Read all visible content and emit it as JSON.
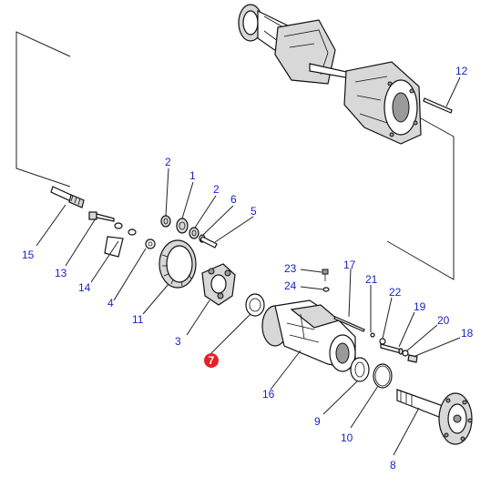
{
  "callouts": [
    {
      "id": "c1",
      "text": "1"
    },
    {
      "id": "c2a",
      "text": "2"
    },
    {
      "id": "c2b",
      "text": "2"
    },
    {
      "id": "c3",
      "text": "3"
    },
    {
      "id": "c4",
      "text": "4"
    },
    {
      "id": "c5",
      "text": "5"
    },
    {
      "id": "c6",
      "text": "6"
    },
    {
      "id": "c7",
      "text": "7"
    },
    {
      "id": "c8",
      "text": "8"
    },
    {
      "id": "c9",
      "text": "9"
    },
    {
      "id": "c10",
      "text": "10"
    },
    {
      "id": "c11",
      "text": "11"
    },
    {
      "id": "c12",
      "text": "12"
    },
    {
      "id": "c13",
      "text": "13"
    },
    {
      "id": "c14",
      "text": "14"
    },
    {
      "id": "c15",
      "text": "15"
    },
    {
      "id": "c16",
      "text": "16"
    },
    {
      "id": "c17",
      "text": "17"
    },
    {
      "id": "c18",
      "text": "18"
    },
    {
      "id": "c19",
      "text": "19"
    },
    {
      "id": "c20",
      "text": "20"
    },
    {
      "id": "c21",
      "text": "21"
    },
    {
      "id": "c22",
      "text": "22"
    },
    {
      "id": "c23",
      "text": "23"
    },
    {
      "id": "c24",
      "text": "24"
    }
  ],
  "highlight": {
    "callout": "7",
    "color": "#e8202a"
  }
}
